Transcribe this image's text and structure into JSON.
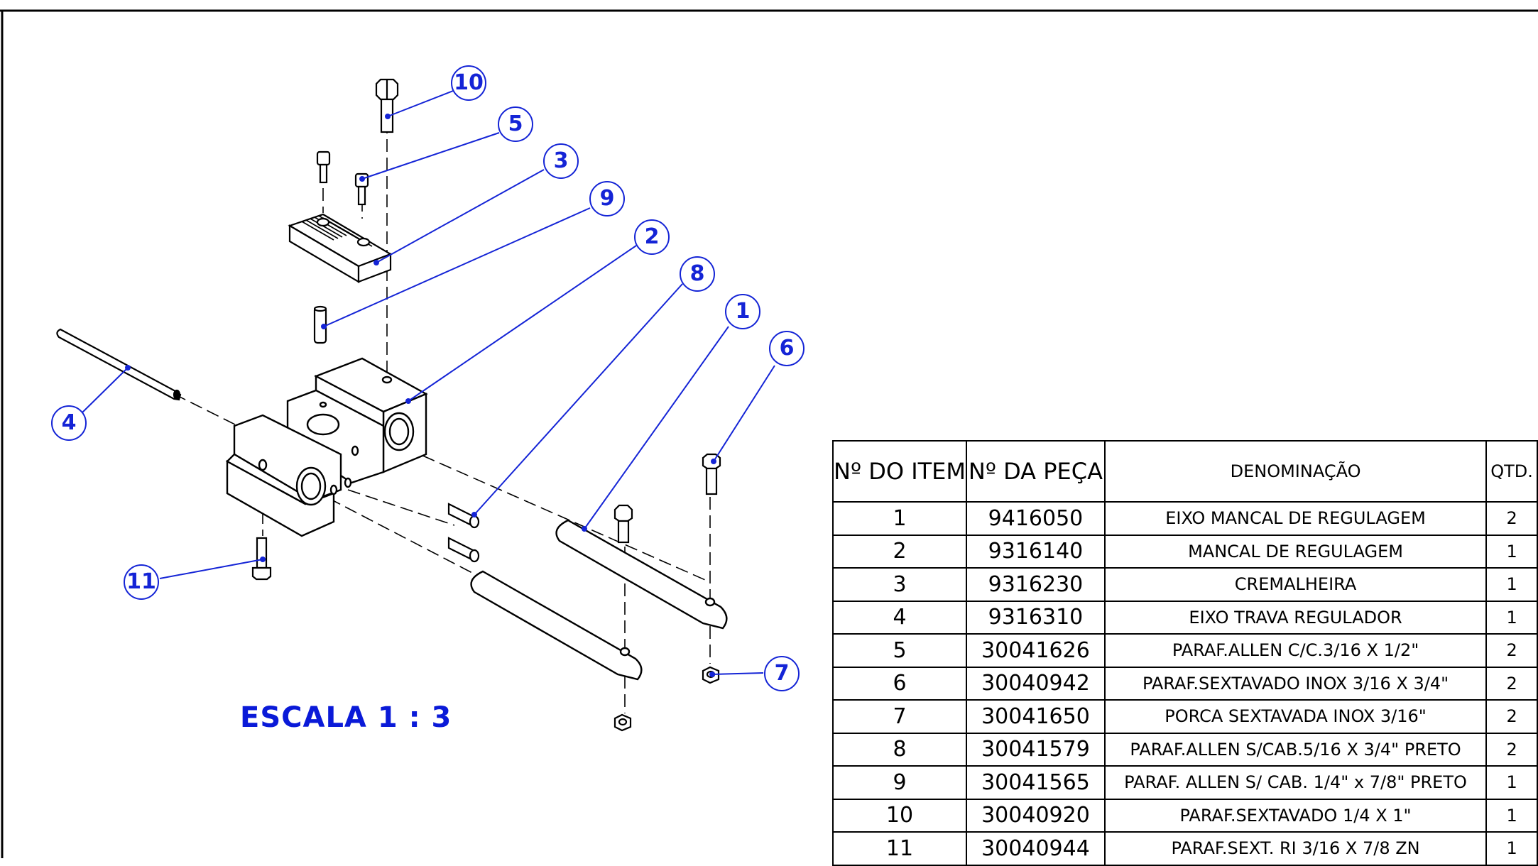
{
  "drawing": {
    "scale_label": "ESCALA 1 : 3",
    "balloons": [
      "10",
      "5",
      "3",
      "9",
      "2",
      "8",
      "1",
      "6",
      "4",
      "11",
      "7"
    ]
  },
  "bom": {
    "headers": {
      "item": "Nº DO ITEM",
      "part": "Nº DA PEÇA",
      "desc": "DENOMINAÇÃO",
      "qty": "QTD."
    },
    "rows": [
      {
        "item": "1",
        "part": "9416050",
        "desc": "EIXO MANCAL DE REGULAGEM",
        "qty": "2"
      },
      {
        "item": "2",
        "part": "9316140",
        "desc": "MANCAL DE REGULAGEM",
        "qty": "1"
      },
      {
        "item": "3",
        "part": "9316230",
        "desc": "CREMALHEIRA",
        "qty": "1"
      },
      {
        "item": "4",
        "part": "9316310",
        "desc": "EIXO TRAVA REGULADOR",
        "qty": "1"
      },
      {
        "item": "5",
        "part": "30041626",
        "desc": "PARAF.ALLEN C/C.3/16 X 1/2\"",
        "qty": "2"
      },
      {
        "item": "6",
        "part": "30040942",
        "desc": "PARAF.SEXTAVADO INOX  3/16 X 3/4\"",
        "qty": "2"
      },
      {
        "item": "7",
        "part": "30041650",
        "desc": "PORCA SEXTAVADA INOX 3/16\"",
        "qty": "2"
      },
      {
        "item": "8",
        "part": "30041579",
        "desc": "PARAF.ALLEN S/CAB.5/16 X 3/4\" PRETO",
        "qty": "2"
      },
      {
        "item": "9",
        "part": "30041565",
        "desc": "PARAF. ALLEN S/ CAB. 1/4\" x 7/8\" PRETO",
        "qty": "1"
      },
      {
        "item": "10",
        "part": "30040920",
        "desc": "PARAF.SEXTAVADO 1/4 X 1\"",
        "qty": "1"
      },
      {
        "item": "11",
        "part": "30040944",
        "desc": "PARAF.SEXT. RI 3/16 X 7/8 ZN",
        "qty": "1"
      }
    ]
  },
  "colors": {
    "annotation": "#1424d6",
    "lines": "#000000"
  }
}
